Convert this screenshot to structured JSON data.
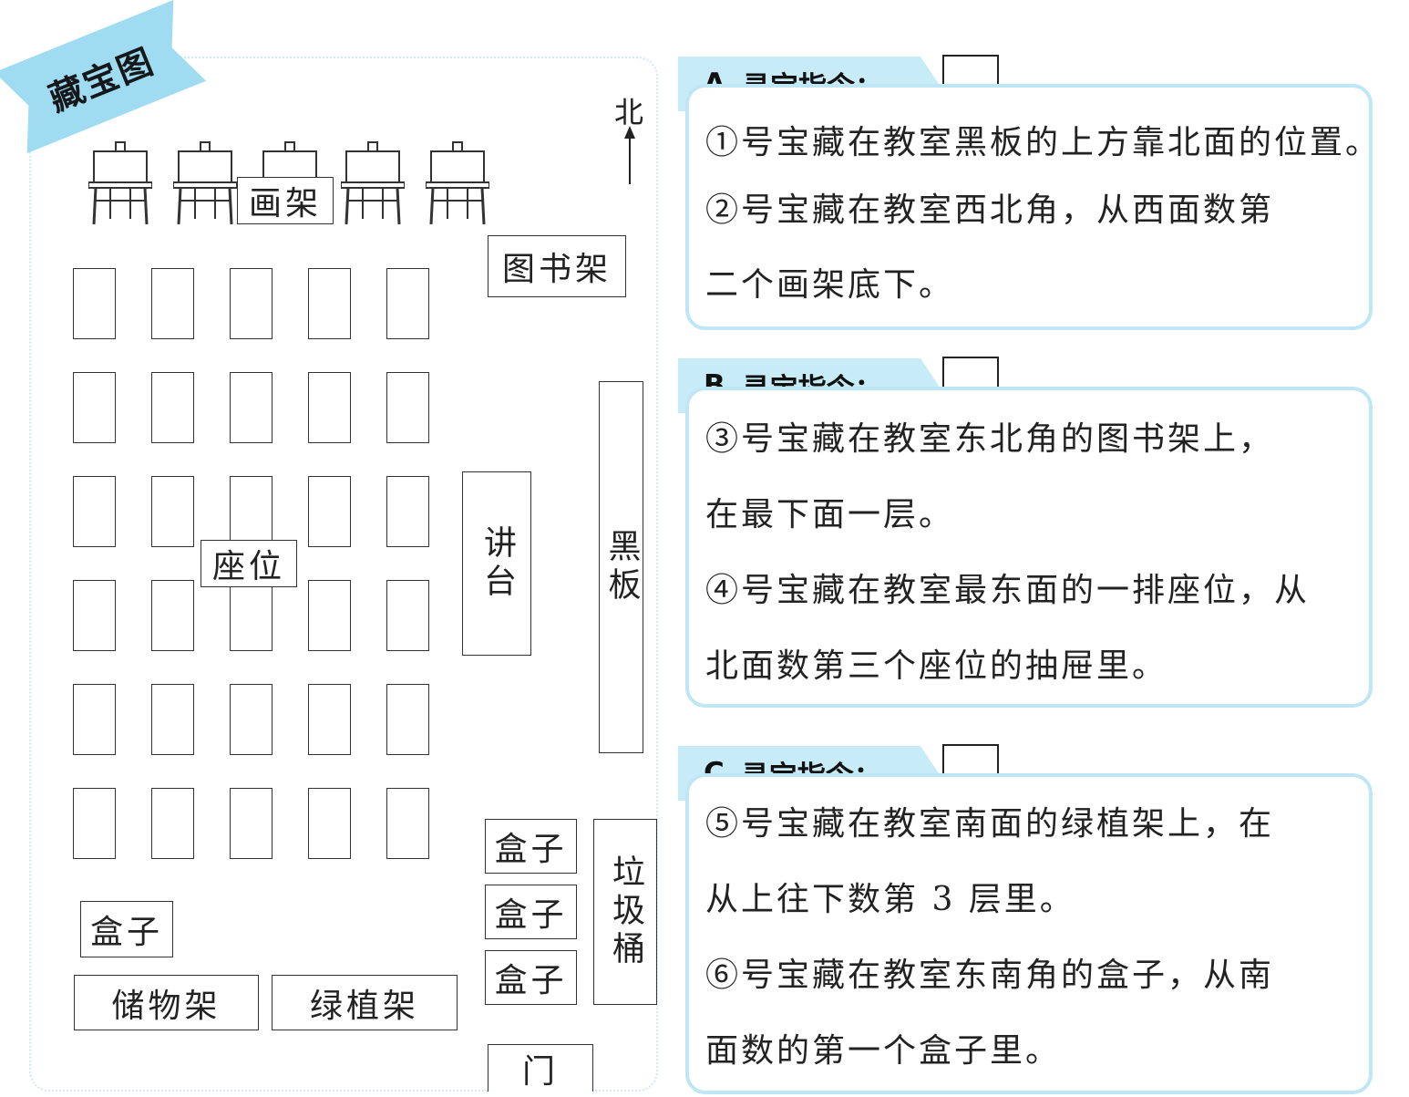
{
  "title": "藏宝图",
  "north": "北",
  "labels": {
    "easel": "画架",
    "bookshelf": "图书架",
    "seats": "座位",
    "podium": "讲台",
    "blackboard": "黑板",
    "trash": "垃圾桶",
    "box": "盒子",
    "storage": "储物架",
    "plant_shelf": "绿植架",
    "door": "门"
  },
  "instructions": [
    {
      "letter": "A",
      "heading": "寻宝指令：",
      "lines": [
        "①号宝藏在教室黑板的上方靠北面的位置。",
        "②号宝藏在教室西北角，从西面数第",
        "二个画架底下。"
      ]
    },
    {
      "letter": "B",
      "heading": "寻宝指令：",
      "lines": [
        "③号宝藏在教室东北角的图书架上，",
        "在最下面一层。",
        "④号宝藏在教室最东面的一排座位，从",
        "北面数第三个座位的抽屉里。"
      ]
    },
    {
      "letter": "C",
      "heading": "寻宝指令：",
      "lines": [
        "⑤号宝藏在教室南面的绿植架上，在",
        "从上往下数第 3 层里。",
        "⑥号宝藏在教室东南角的盒子，从南",
        "面数的第一个盒子里。"
      ]
    }
  ],
  "colors": {
    "accent": "#9fdcf2",
    "card_border": "#bfe6f5",
    "tag_fill": "#c7ecf8"
  }
}
